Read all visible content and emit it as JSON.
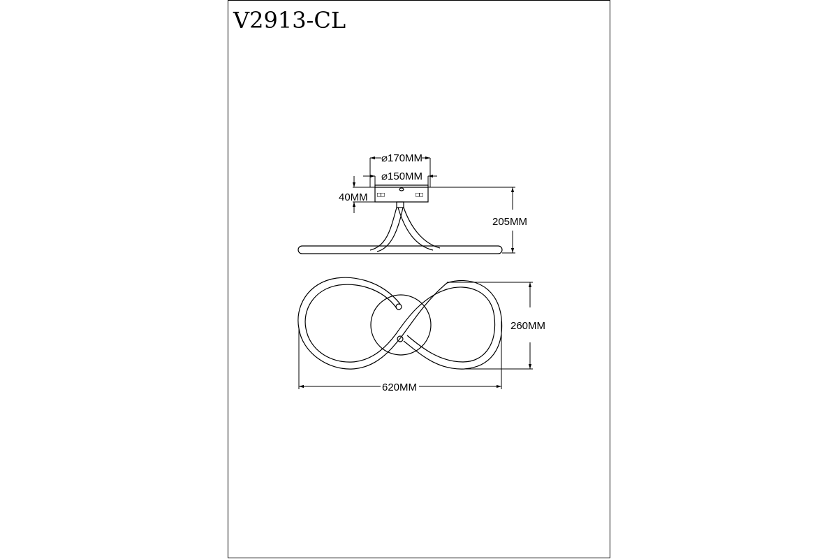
{
  "model_code": "V2913-CL",
  "dimensions": {
    "outer_diameter": "⌀170MM",
    "inner_diameter": "⌀150MM",
    "canopy_height": "40MM",
    "total_height": "205MM",
    "depth": "260MM",
    "width": "620MM"
  },
  "colors": {
    "line": "#000000",
    "background": "#ffffff"
  }
}
